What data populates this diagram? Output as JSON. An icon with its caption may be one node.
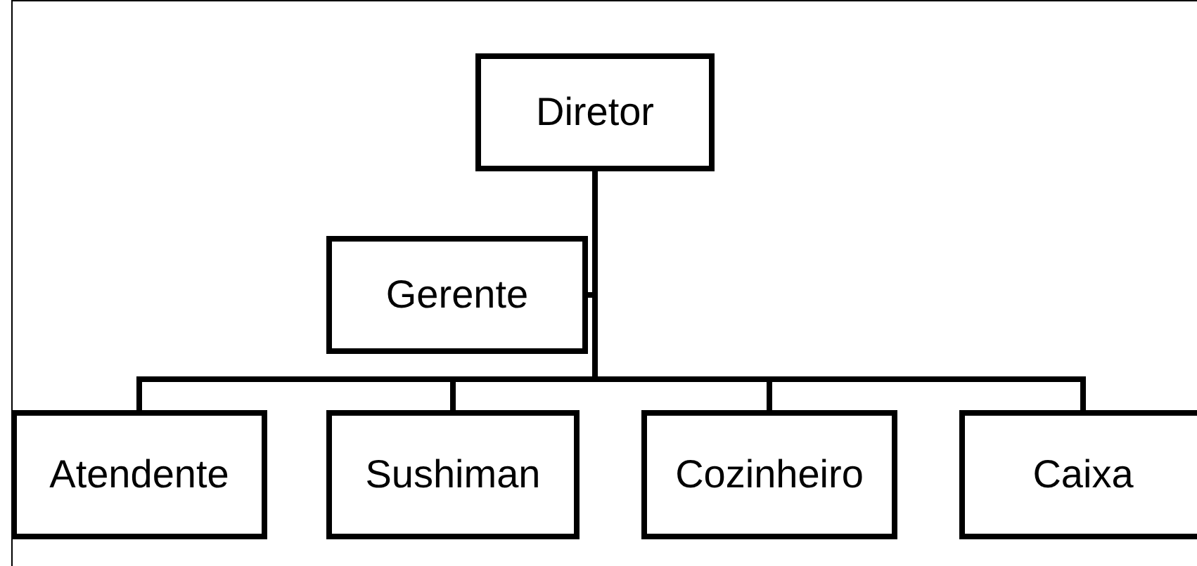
{
  "diagram": {
    "nodes": [
      {
        "text": [
          "Diretor"
        ]
      },
      {
        "text": [
          "Gerente"
        ]
      },
      {
        "text": [
          "Atendente"
        ]
      },
      {
        "text": [
          "Sushiman"
        ]
      },
      {
        "text": [
          "Cozinheiro"
        ]
      },
      {
        "text": [
          "Caixa"
        ]
      }
    ],
    "edges": [
      {
        "from": 0,
        "to": 1,
        "arrow": "none"
      },
      {
        "from": 0,
        "to": 2,
        "arrow": "none"
      },
      {
        "from": 0,
        "to": 3,
        "arrow": "none"
      },
      {
        "from": 0,
        "to": 4,
        "arrow": "none"
      },
      {
        "from": 0,
        "to": 5,
        "arrow": "none"
      }
    ]
  }
}
